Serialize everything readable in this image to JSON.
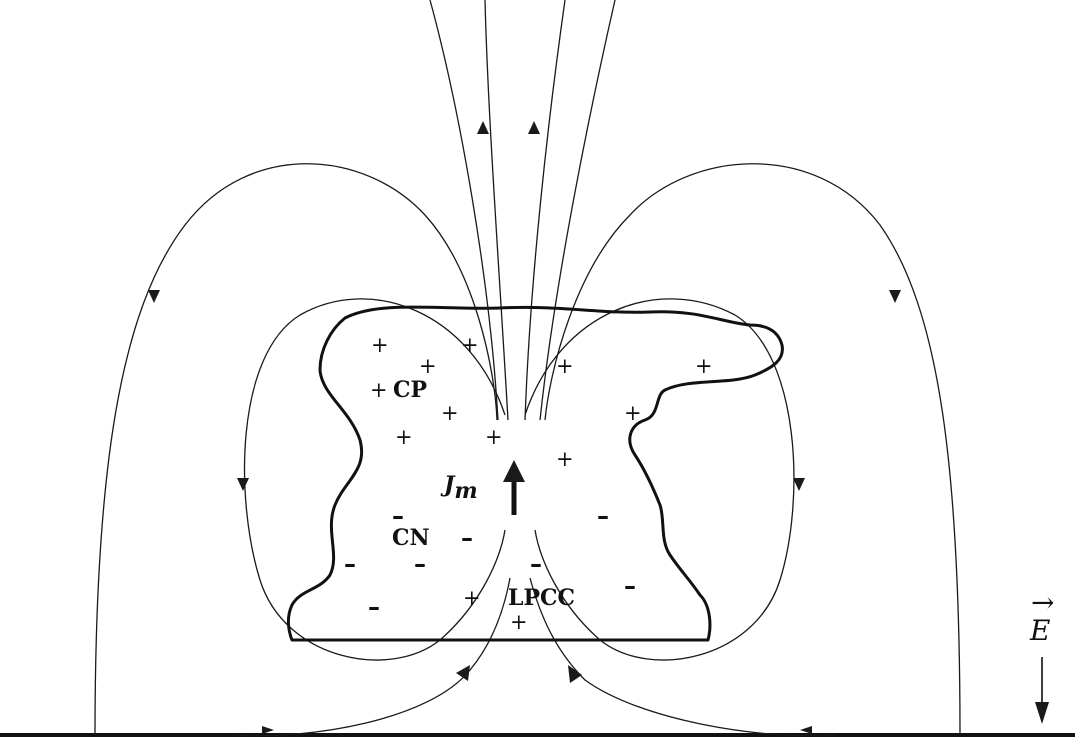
{
  "labels": {
    "cp": "CP",
    "cn": "CN",
    "lpcc": "LPCC",
    "jm_main": "J",
    "jm_sub": "m",
    "field": "E",
    "field_vector": "→",
    "plus": "+",
    "minus": "–"
  },
  "colors": {
    "ink": "#1a1a1a",
    "background": "#ffffff"
  }
}
